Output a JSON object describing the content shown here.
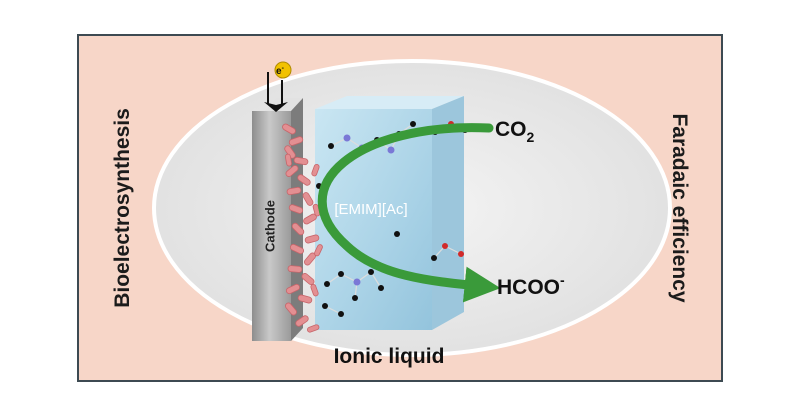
{
  "labels": {
    "left": "Bioelectrosynthesis",
    "right": "Faradaic efficiency",
    "electrode": "Cathode",
    "electron": "e",
    "electron_sup": "-",
    "liquid": "[EMIM][Ac]",
    "bottom": "Ionic liquid",
    "co2_base": "CO",
    "co2_sub": "2",
    "formate_base": "HCOO",
    "formate_sup": "-"
  },
  "colors": {
    "background": "#f7d6c8",
    "border": "#3d4a52",
    "ellipse": "#e4e4e4",
    "liquid_panel": "#a9d3e6",
    "arrow": "#3a9a3a",
    "bacteria": "#e38f92",
    "electron_ball": "#f2c200"
  }
}
